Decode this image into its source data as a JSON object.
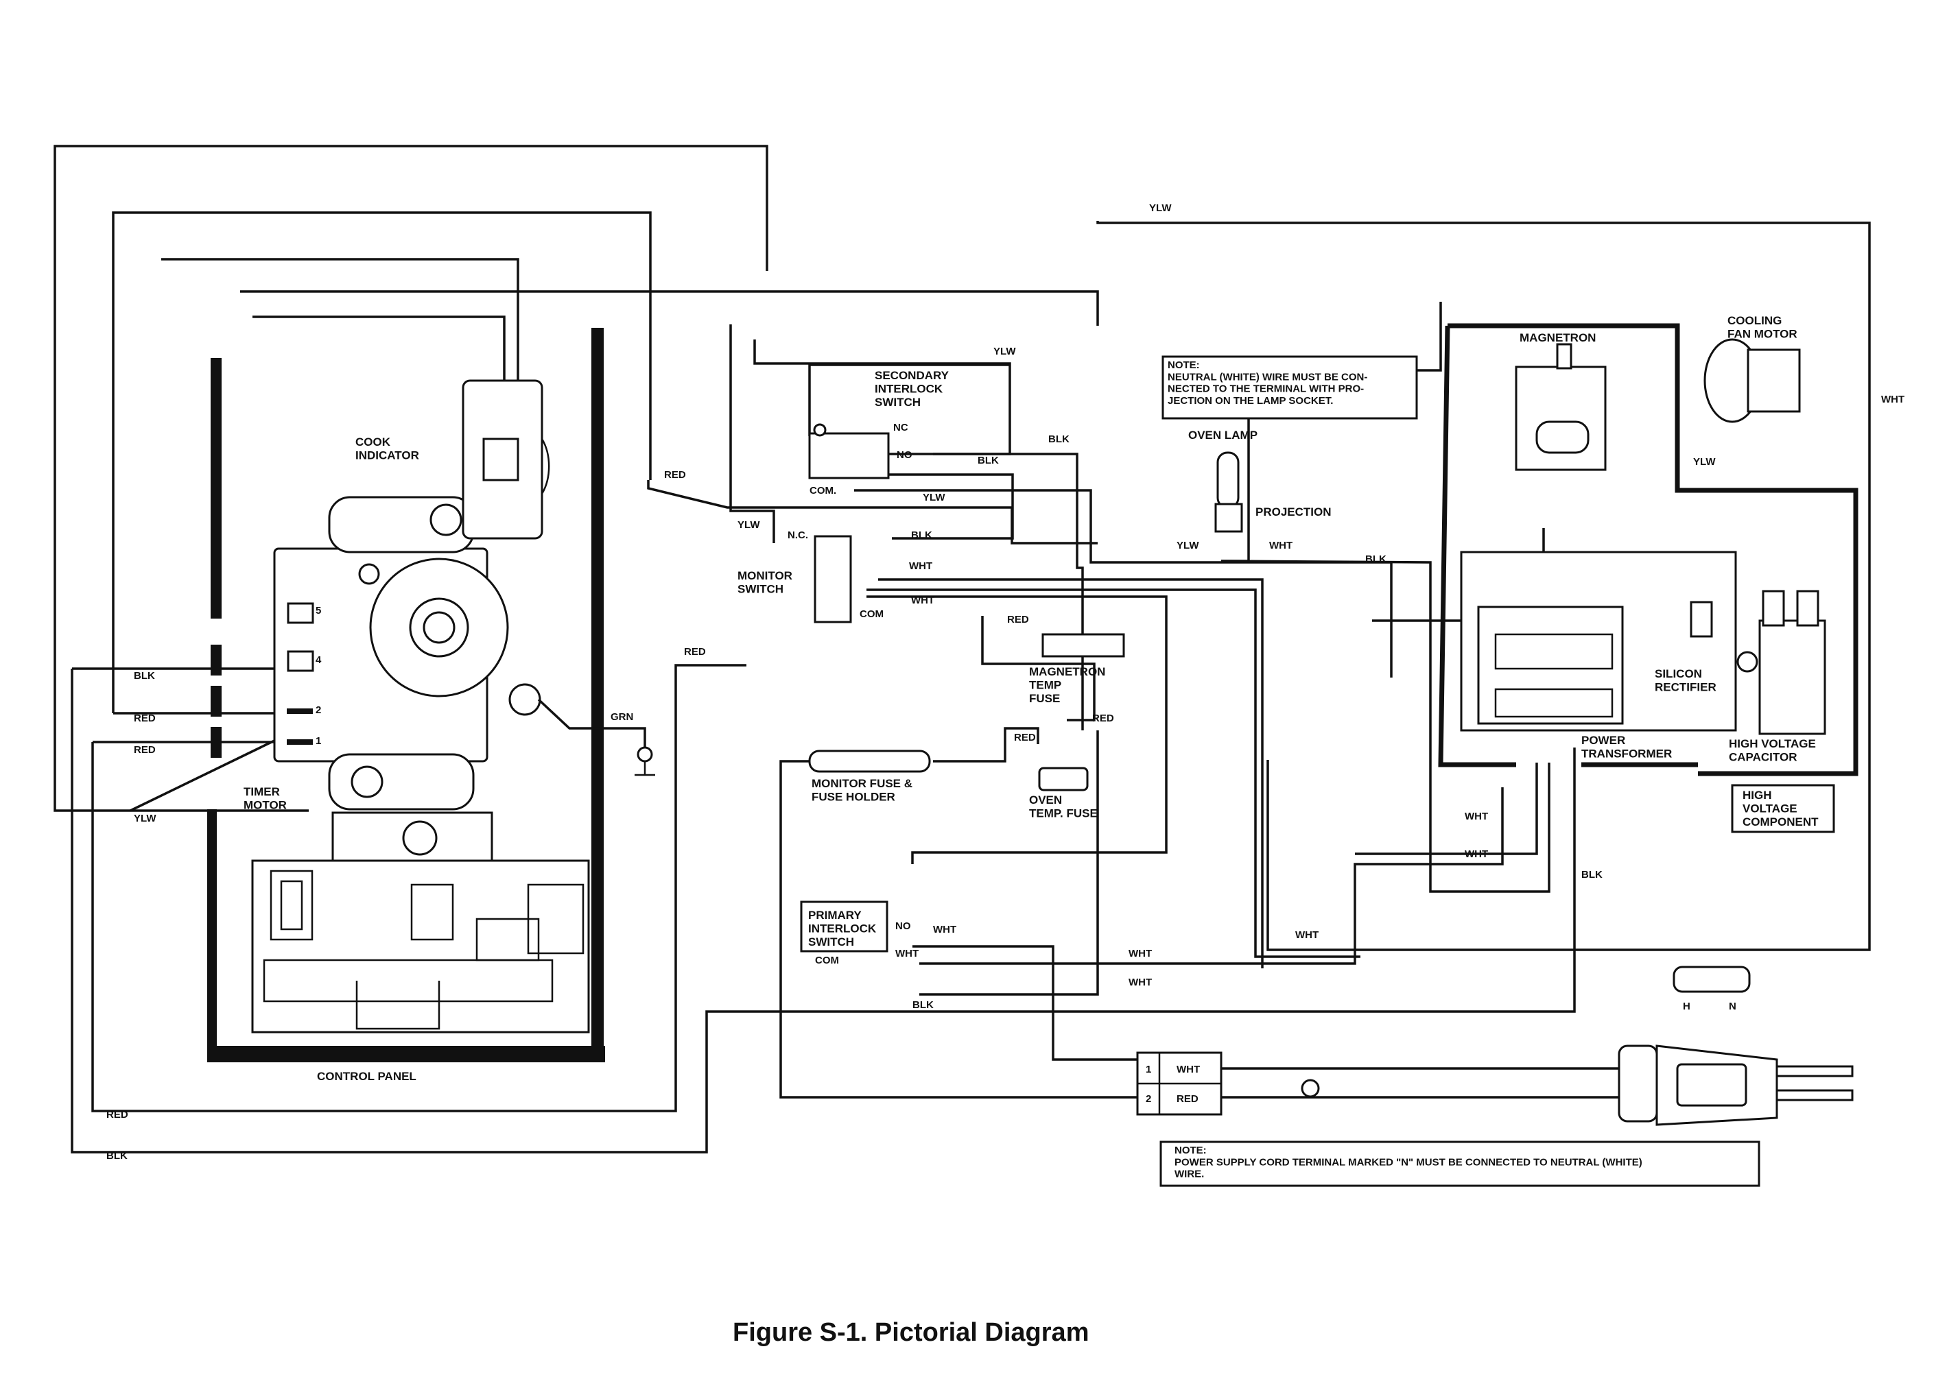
{
  "caption": "Figure S-1. Pictorial Diagram",
  "components": {
    "cook_indicator": "COOK\nINDICATOR",
    "timer_motor": "TIMER\nMOTOR",
    "control_panel": "CONTROL   PANEL",
    "secondary_interlock": "SECONDARY\nINTERLOCK\nSWITCH",
    "monitor_switch": "MONITOR\nSWITCH",
    "magnetron_temp_fuse": "MAGNETRON\nTEMP\nFUSE",
    "monitor_fuse": "MONITOR FUSE &\nFUSE HOLDER",
    "oven_temp_fuse": "OVEN\nTEMP. FUSE",
    "primary_interlock": "PRIMARY\nINTERLOCK\nSWITCH",
    "oven_lamp": "OVEN LAMP",
    "projection": "PROJECTION",
    "magnetron": "MAGNETRON",
    "cooling_fan_motor": "COOLING\nFAN MOTOR",
    "silicon_rectifier": "SILICON\nRECTIFIER",
    "power_transformer": "POWER\nTRANSFORMER",
    "hv_capacitor": "HIGH VOLTAGE\nCAPACITOR",
    "hv_component": "HIGH\nVOLTAGE\nCOMPONENT"
  },
  "notes": {
    "lamp_note": "NOTE:\nNEUTRAL (WHITE) WIRE MUST BE CON-\nNECTED TO THE TERMINAL WITH PRO-\nJECTION ON THE LAMP SOCKET.",
    "cord_note": "NOTE:\nPOWER SUPPLY CORD TERMINAL MARKED \"N\" MUST BE CONNECTED TO NEUTRAL (WHITE)\nWIRE."
  },
  "switch_terminals": {
    "nc": "NC",
    "no": "NO",
    "com": "COM.",
    "nc2": "N.C.",
    "com2": "COM",
    "no3": "NO",
    "com3": "COM"
  },
  "timer_terminals": [
    "5",
    "4",
    "2",
    "1"
  ],
  "wire_labels": {
    "ylw": "YLW",
    "blk": "BLK",
    "red": "RED",
    "wht": "WHT",
    "grn": "GRN",
    "w_h_t": "W\nH\nT",
    "b_l_k": "B\nL\nK"
  },
  "terminal_block": [
    {
      "num": "1",
      "color": "WHT"
    },
    {
      "num": "2",
      "color": "RED"
    }
  ],
  "plug_labels": {
    "h": "H",
    "n": "N"
  }
}
